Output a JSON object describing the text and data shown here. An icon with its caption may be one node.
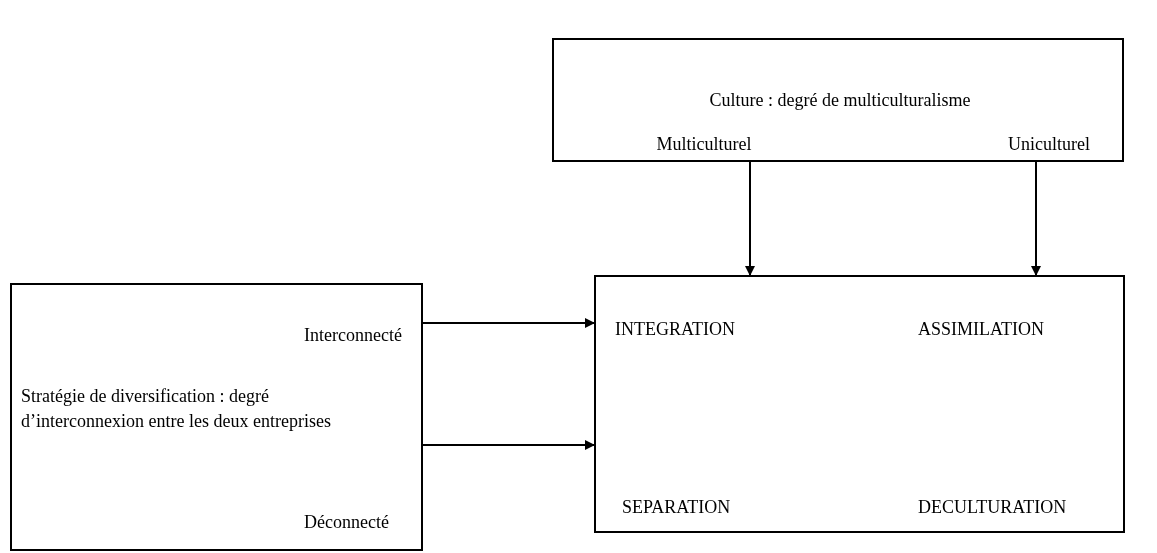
{
  "diagram": {
    "nodes": [
      {
        "text": [
          "Culture : degré de multiculturalisme",
          "Multiculturel",
          "Uniculturel"
        ]
      },
      {
        "text": [
          "Interconnecté",
          "Stratégie de diversification : degré d’interconnexion entre les deux entreprises",
          "Déconnecté"
        ]
      },
      {
        "text": [
          "INTEGRATION",
          "ASSIMILATION",
          "SEPARATION",
          "DECULTURATION"
        ]
      }
    ],
    "edges": [
      {
        "from": 0,
        "to": 2,
        "arrow": "to"
      },
      {
        "from": 0,
        "to": 2,
        "arrow": "to"
      },
      {
        "from": 1,
        "to": 2,
        "arrow": "to"
      },
      {
        "from": 1,
        "to": 2,
        "arrow": "to"
      }
    ]
  }
}
